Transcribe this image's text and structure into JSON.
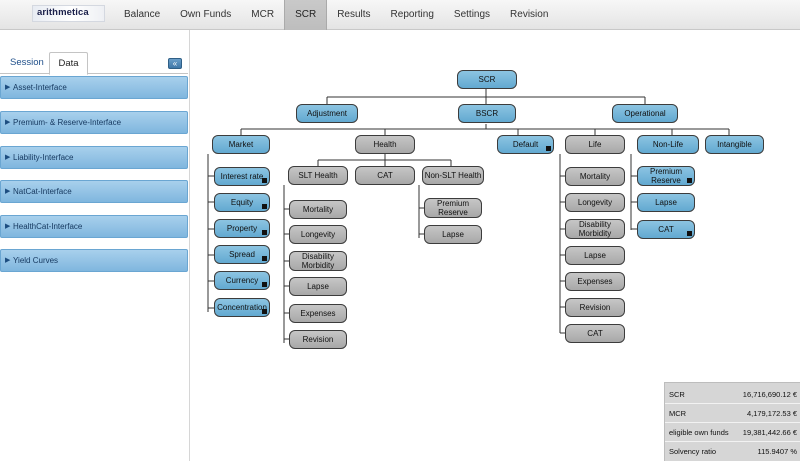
{
  "app": {
    "logo_text": "arithmetica"
  },
  "nav": [
    "Balance",
    "Own Funds",
    "MCR",
    "SCR",
    "Results",
    "Reporting",
    "Settings",
    "Revision"
  ],
  "nav_active": "SCR",
  "sidebar": {
    "tabs": {
      "session": "Session",
      "data": "Data"
    },
    "collapse": "«",
    "panels": [
      "Asset-Interface",
      "Premium- & Reserve-Interface",
      "Liability-Interface",
      "NatCat-Interface",
      "HealthCat-Interface",
      "Yield Curves"
    ]
  },
  "tree": {
    "scr": "SCR",
    "adjustment": "Adjustment",
    "bscr": "BSCR",
    "operational": "Operational",
    "market": "Market",
    "health": "Health",
    "default": "Default",
    "life": "Life",
    "nonlife": "Non-Life",
    "intangible": "Intangible",
    "market_items": [
      "Interest rate",
      "Equity",
      "Property",
      "Spread",
      "Currency",
      "Concentration"
    ],
    "slt_health": "SLT Health",
    "cat": "CAT",
    "nonslt_health": "Non-SLT Health",
    "slt_items": [
      "Mortality",
      "Longevity",
      "Disability Morbidity",
      "Lapse",
      "Expenses",
      "Revision"
    ],
    "nonslt_items": [
      "Premium Reserve",
      "Lapse"
    ],
    "life_items": [
      "Mortality",
      "Longevity",
      "Disability Morbidity",
      "Lapse",
      "Expenses",
      "Revision",
      "CAT"
    ],
    "nonlife_items": [
      "Premium Reserve",
      "Lapse",
      "CAT"
    ]
  },
  "summary": {
    "scr_label": "SCR",
    "scr_value": "16,716,690.12 €",
    "mcr_label": "MCR",
    "mcr_value": "4,179,172.53 €",
    "eof_label": "eligible own funds",
    "eof_value": "19,381,442.66 €",
    "ratio_label": "Solvency ratio",
    "ratio_value": "115.9407 %"
  }
}
